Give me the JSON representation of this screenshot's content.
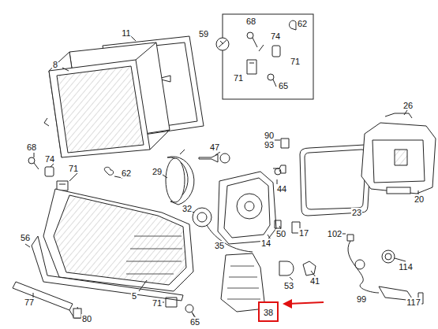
{
  "diagram": {
    "nodes": [
      {
        "text": [
          "38"
        ]
      }
    ],
    "labels": [
      "11",
      "59",
      "68",
      "62",
      "74",
      "71",
      "8",
      "71",
      "65",
      "26",
      "90",
      "93",
      "68",
      "47",
      "74",
      "71",
      "62",
      "29",
      "44",
      "20",
      "32",
      "23",
      "50",
      "17",
      "56",
      "102",
      "14",
      "35",
      "114",
      "5",
      "41",
      "53",
      "99",
      "117",
      "77",
      "71",
      "65",
      "80"
    ]
  }
}
